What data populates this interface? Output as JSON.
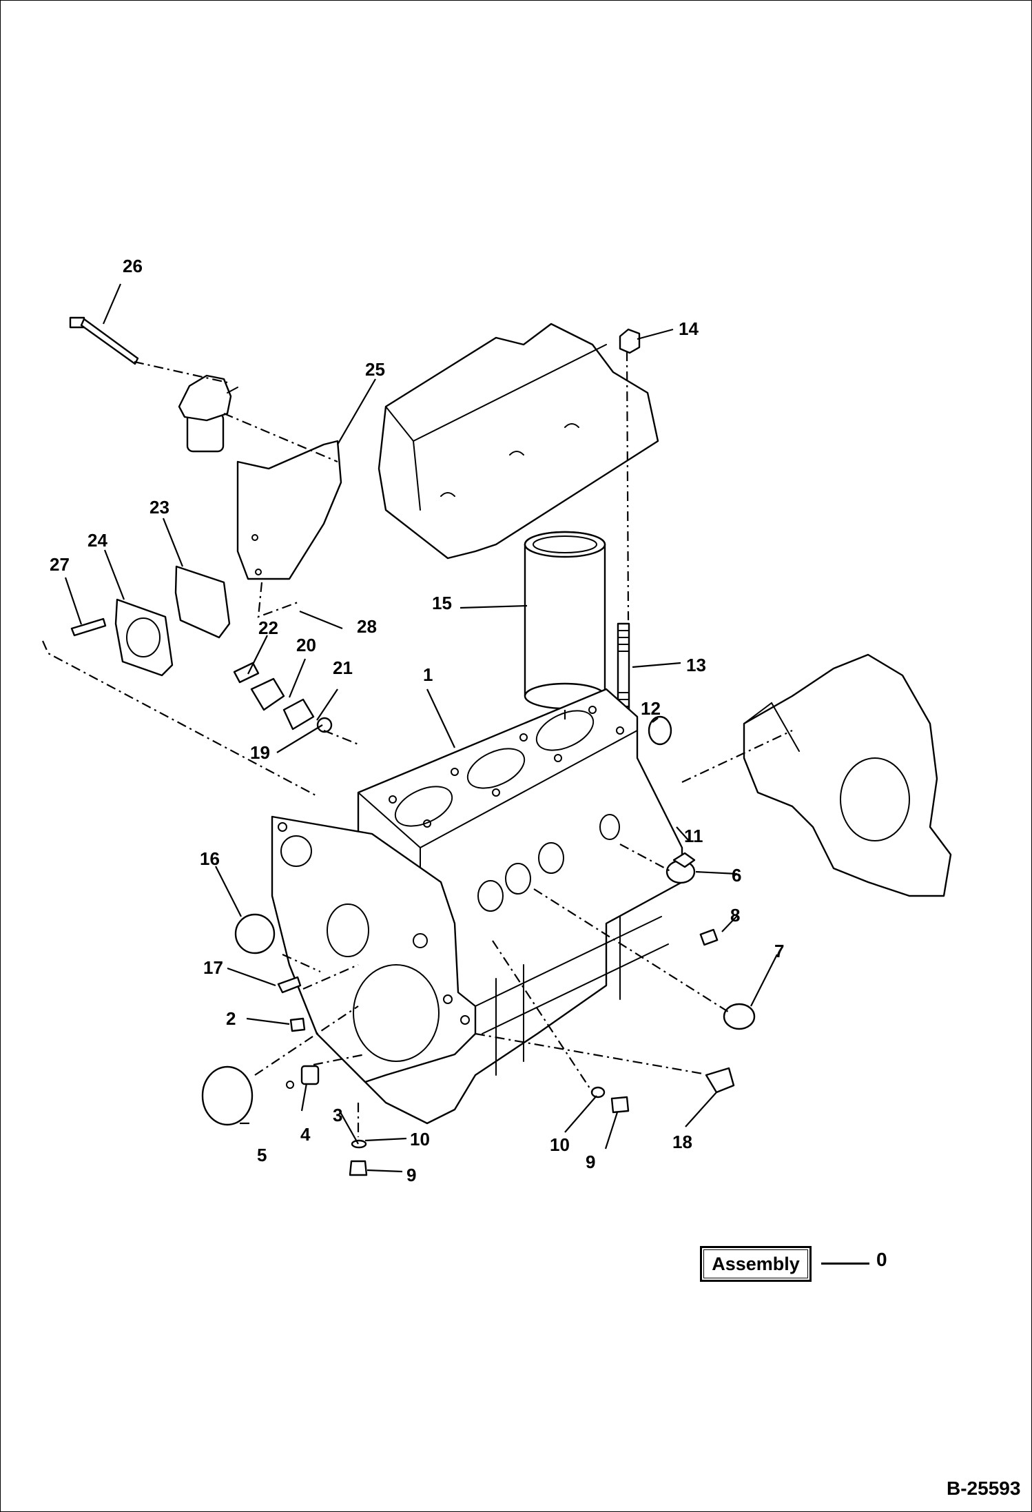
{
  "callouts": {
    "n1": "1",
    "n2": "2",
    "n3": "3",
    "n4": "4",
    "n5": "5",
    "n6": "6",
    "n7": "7",
    "n8": "8",
    "n9a": "9",
    "n9b": "9",
    "n10a": "10",
    "n10b": "10",
    "n11": "11",
    "n12": "12",
    "n13": "13",
    "n14": "14",
    "n15": "15",
    "n16": "16",
    "n17": "17",
    "n18": "18",
    "n19": "19",
    "n20": "20",
    "n21": "21",
    "n22": "22",
    "n23": "23",
    "n24": "24",
    "n25": "25",
    "n26": "26",
    "n27": "27",
    "n28": "28"
  },
  "assembly": {
    "label": "Assembly",
    "number": "0"
  },
  "drawing_id": "B-25593"
}
